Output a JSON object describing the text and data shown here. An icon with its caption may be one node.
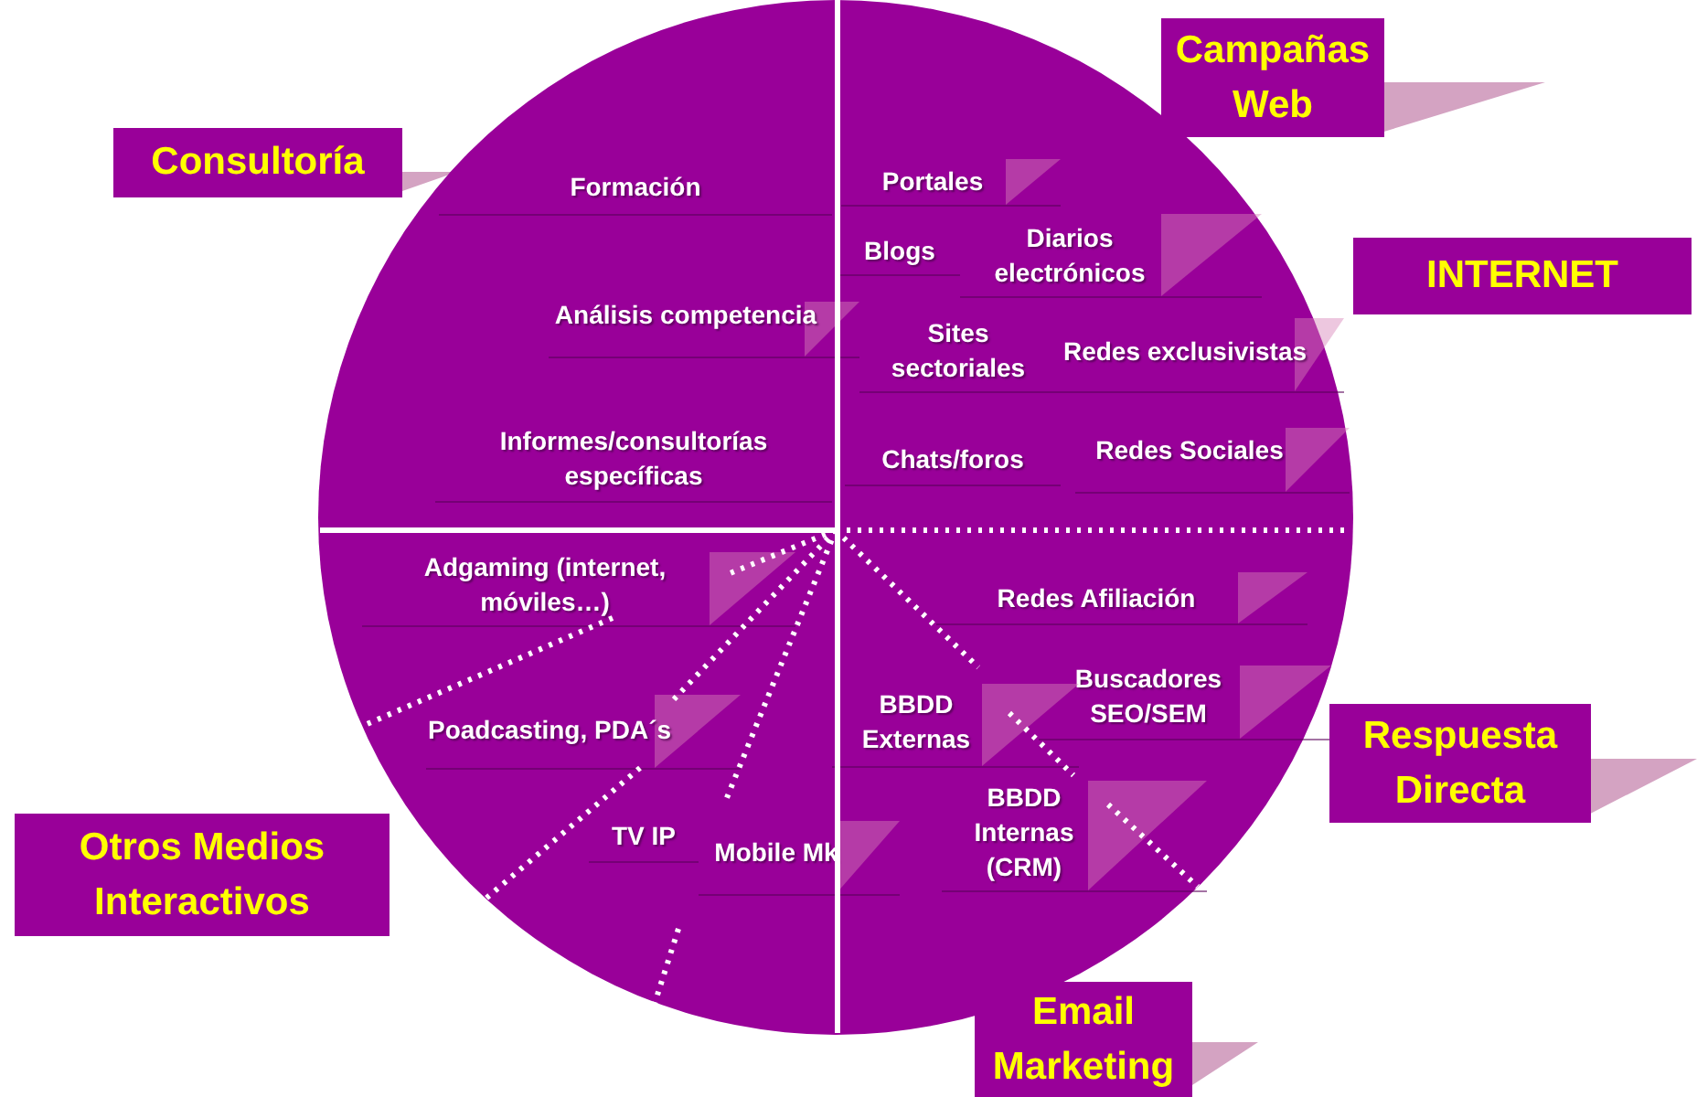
{
  "diagram": {
    "nodes": [
      {
        "text": [],
        "shape": "circle"
      },
      {
        "text": [
          "Formación"
        ],
        "in": 0
      },
      {
        "text": [
          "Análisis competencia"
        ],
        "in": 0
      },
      {
        "text": [
          "Informes/consultorías específicas"
        ],
        "in": 0
      },
      {
        "text": [
          "Portales"
        ],
        "in": 0
      },
      {
        "text": [
          "Blogs"
        ],
        "in": 0
      },
      {
        "text": [
          "Diarios electrónicos"
        ],
        "in": 0
      },
      {
        "text": [
          "Sites sectoriales"
        ],
        "in": 0
      },
      {
        "text": [
          "Redes exclusivistas"
        ],
        "in": 0
      },
      {
        "text": [
          "Chats/foros"
        ],
        "in": 0
      },
      {
        "text": [
          "Redes Sociales"
        ],
        "in": 0
      },
      {
        "text": [
          "Adgaming (internet, móviles…)"
        ],
        "in": 0
      },
      {
        "text": [
          "Poadcasting, PDA´s"
        ],
        "in": 0
      },
      {
        "text": [
          "TV IP"
        ],
        "in": 0
      },
      {
        "text": [
          "Mobile Mk"
        ],
        "in": 0
      },
      {
        "text": [
          "Redes Afiliación"
        ],
        "in": 0
      },
      {
        "text": [
          "Buscadores SEO/SEM"
        ],
        "in": 0
      },
      {
        "text": [
          "BBDD Externas"
        ],
        "in": 0
      },
      {
        "text": [
          "BBDD Internas (CRM)"
        ],
        "in": 0
      },
      {
        "text": [
          "Consultoría"
        ]
      },
      {
        "text": [
          "Campañas Web"
        ]
      },
      {
        "text": [
          "INTERNET"
        ]
      },
      {
        "text": [
          "Respuesta Directa"
        ]
      },
      {
        "text": [
          "Otros Medios Interactivos"
        ]
      },
      {
        "text": [
          "Email Marketing"
        ]
      }
    ]
  }
}
